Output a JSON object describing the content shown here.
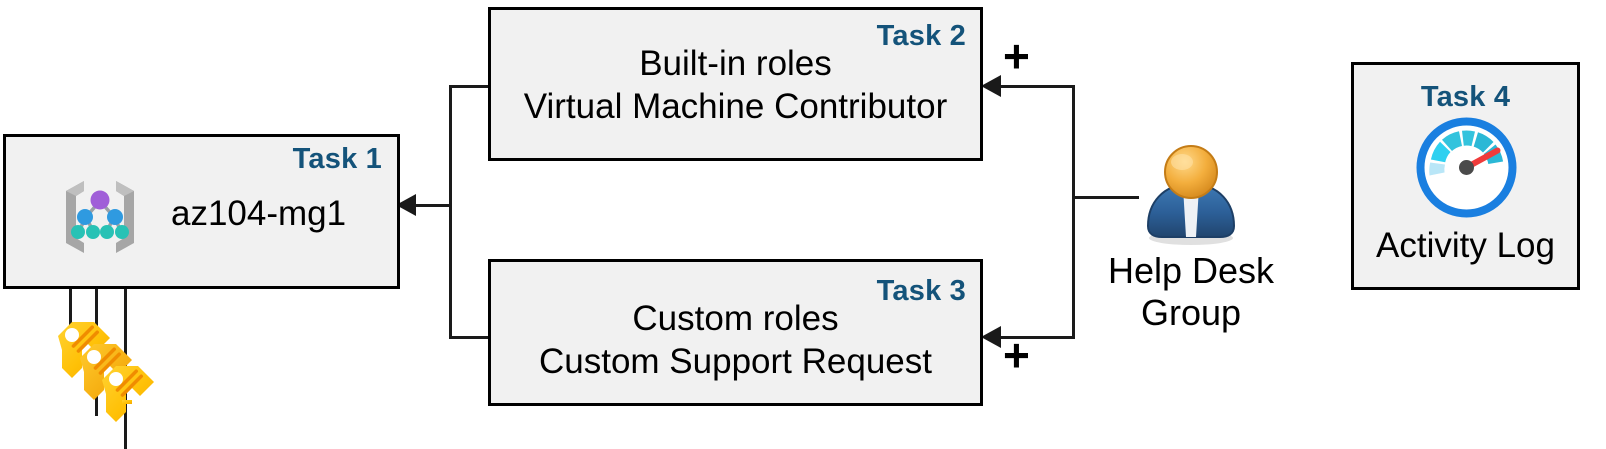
{
  "diagram": {
    "title": "Azure RBAC task diagram",
    "accent_color": "#14537a",
    "box_fill": "#f1f1f1",
    "box_border": "#000000"
  },
  "boxes": [
    {
      "id": "task1",
      "task_label": "Task 1",
      "text_lines": [
        "az104-mg1"
      ],
      "icon": "management-group-icon"
    },
    {
      "id": "task2",
      "task_label": "Task 2",
      "text_lines": [
        "Built-in roles",
        "Virtual Machine Contributor"
      ],
      "icon": null
    },
    {
      "id": "task3",
      "task_label": "Task 3",
      "text_lines": [
        "Custom roles",
        "Custom Support Request"
      ],
      "icon": null
    },
    {
      "id": "task4",
      "task_label": "Task 4",
      "text_lines": [
        "Activity Log"
      ],
      "icon": "activity-log-gauge-icon"
    }
  ],
  "actor": {
    "icon": "user-group-icon",
    "label_lines": [
      "Help Desk",
      "Group"
    ]
  },
  "keys": {
    "icon": "keys-icon",
    "count": 3
  },
  "operators": [
    {
      "id": "plus-top",
      "symbol": "+"
    },
    {
      "id": "plus-bottom",
      "symbol": "+"
    }
  ]
}
